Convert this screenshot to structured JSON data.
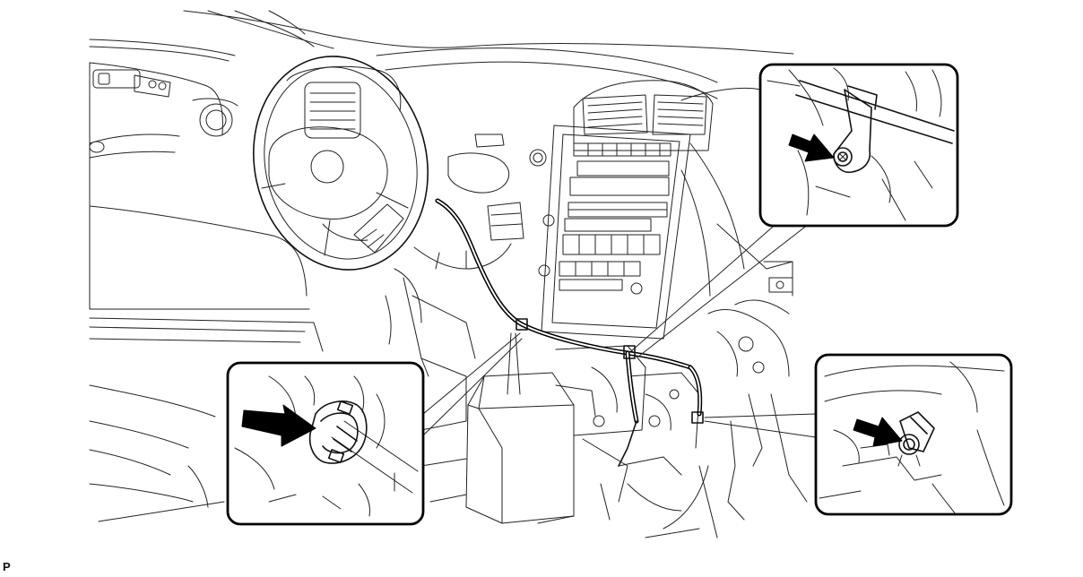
{
  "figure": {
    "page_code": "P"
  },
  "callouts": [
    {
      "name": "harness-clamp-detail",
      "icon": "arrow-icon"
    },
    {
      "name": "bracket-bolt-detail",
      "icon": "arrow-icon"
    },
    {
      "name": "ground-nut-detail",
      "icon": "arrow-icon"
    }
  ]
}
